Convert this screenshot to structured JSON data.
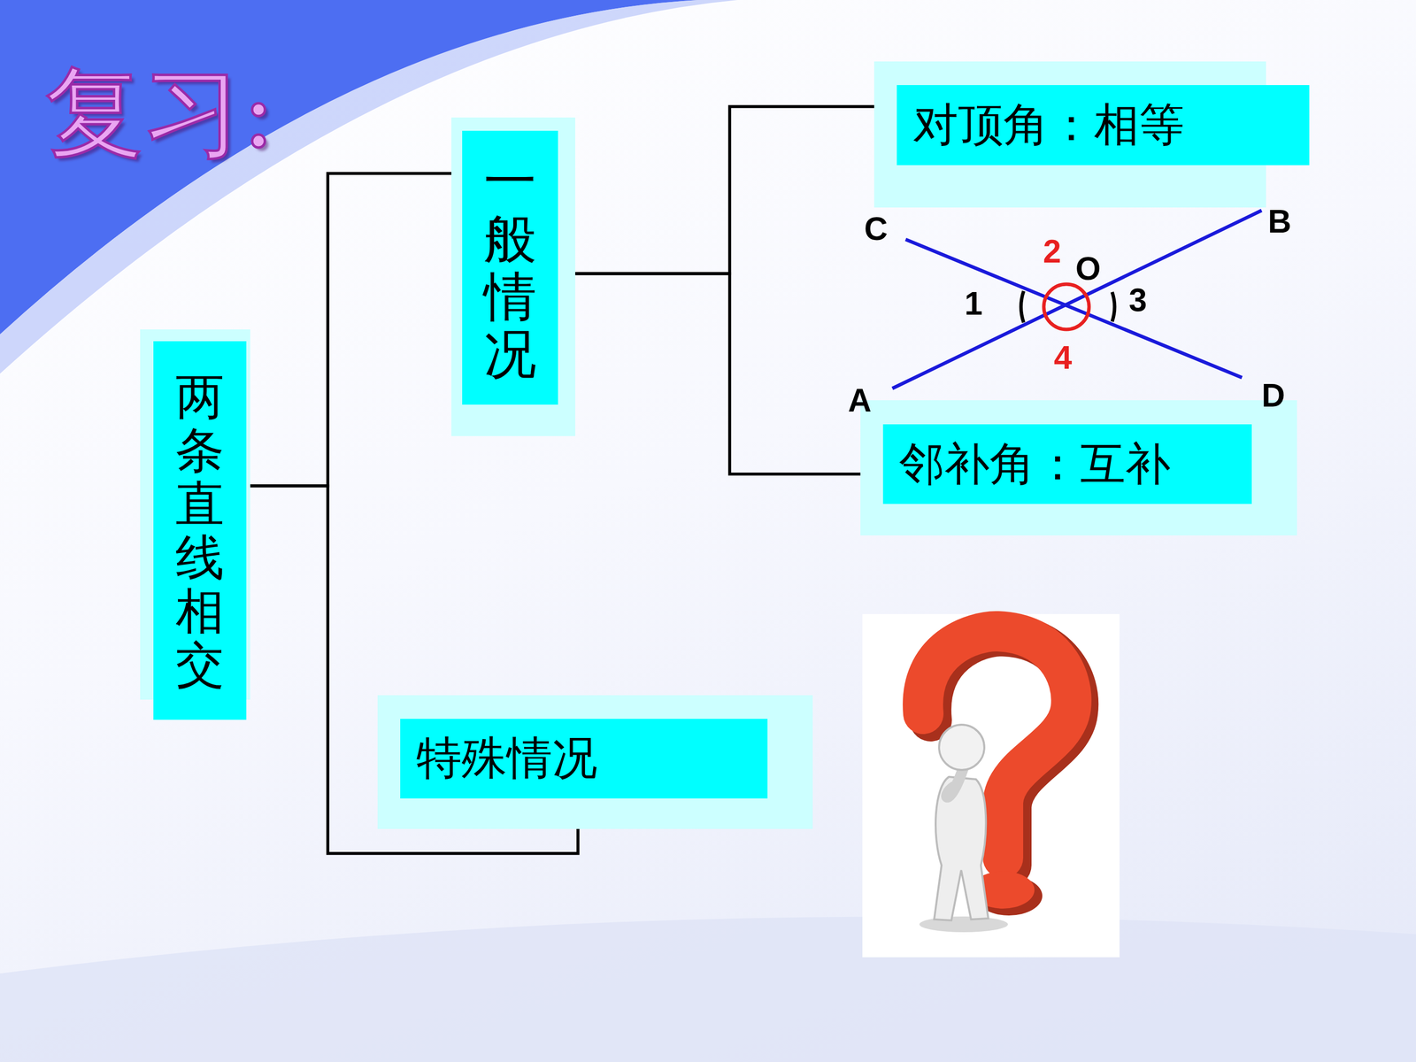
{
  "diagram": {
    "title": "复习:",
    "nodes": [
      {
        "text": [
          "两条直线相交"
        ]
      },
      {
        "text": [
          "一般情况"
        ]
      },
      {
        "text": [
          "对顶角：相等"
        ]
      },
      {
        "text": [
          "邻补角：互补"
        ]
      },
      {
        "text": [
          "特殊情况"
        ]
      }
    ],
    "edges": [
      {
        "from": 0,
        "to": 1,
        "arrow": "none"
      },
      {
        "from": 0,
        "to": 4,
        "arrow": "none"
      },
      {
        "from": 1,
        "to": 2,
        "arrow": "none"
      },
      {
        "from": 1,
        "to": 3,
        "arrow": "none"
      }
    ],
    "labels": [
      "C",
      "B",
      "2",
      "O",
      "1",
      "3",
      "4",
      "A",
      "D"
    ]
  }
}
